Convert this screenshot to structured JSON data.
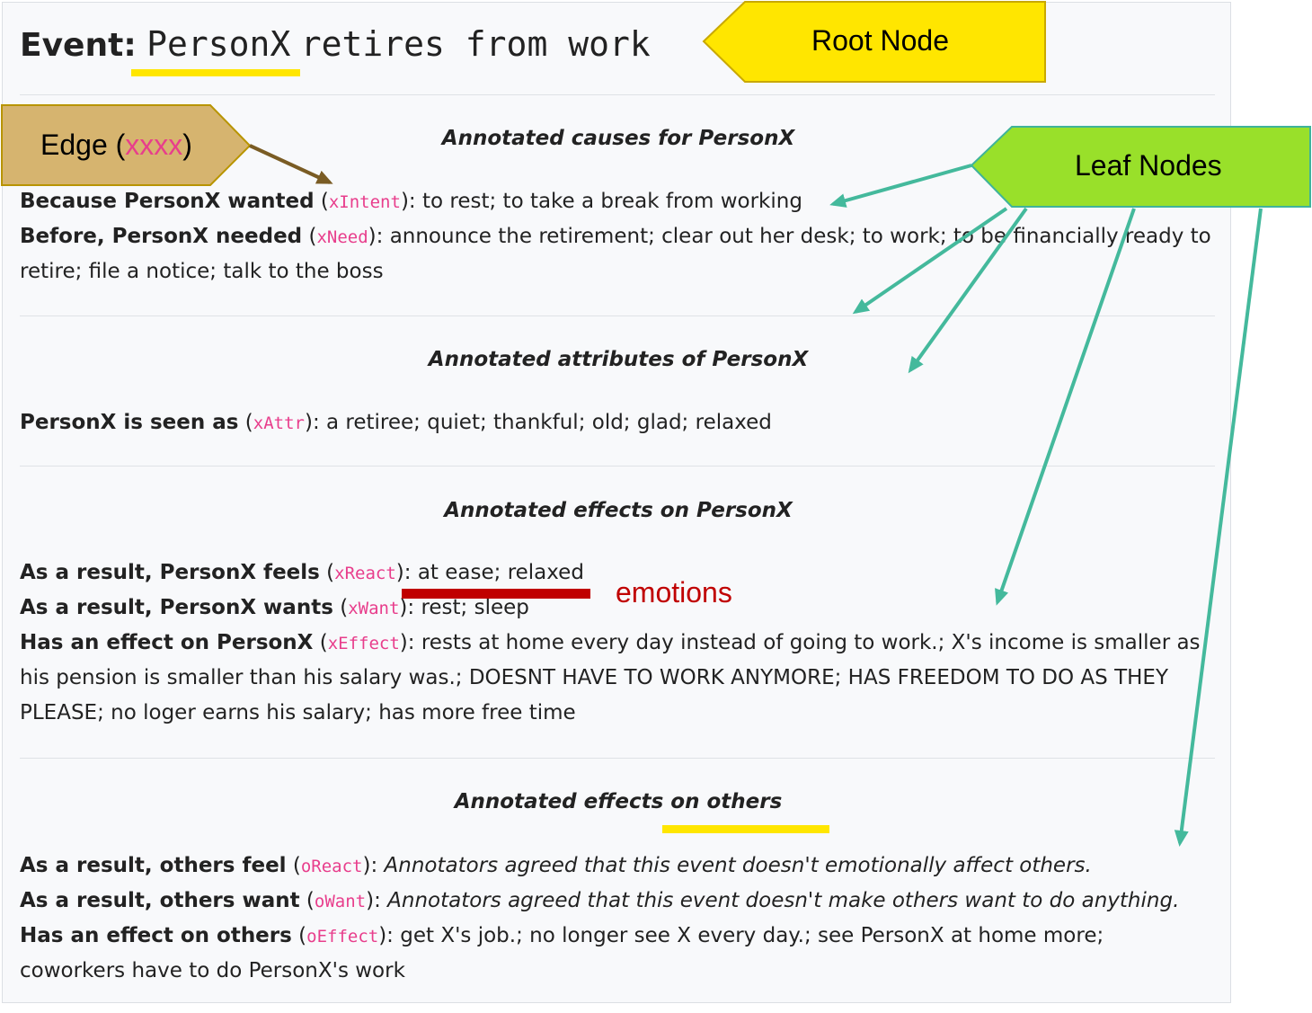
{
  "event": {
    "label": "Event:",
    "subject": "PersonX",
    "rest": "retires from work"
  },
  "sections": {
    "causes": {
      "heading": "Annotated causes for PersonX",
      "rows": {
        "xIntent": {
          "lead": "Because PersonX wanted",
          "code": "xIntent",
          "value": "to rest; to take a break from working"
        },
        "xNeed": {
          "lead": "Before, PersonX needed",
          "code": "xNeed",
          "value_line1": "announce the retirement; clear out her desk; to work; to be financially ready to",
          "value_line2": "retire; file a notice; talk to the boss"
        }
      }
    },
    "attributes": {
      "heading": "Annotated attributes of PersonX",
      "rows": {
        "xAttr": {
          "lead": "PersonX is seen as",
          "code": "xAttr",
          "value": "a retiree; quiet; thankful; old; glad; relaxed"
        }
      }
    },
    "effects_x": {
      "heading": "Annotated effects on PersonX",
      "rows": {
        "xReact": {
          "lead": "As a result, PersonX feels",
          "code": "xReact",
          "value": "at ease; relaxed"
        },
        "xWant": {
          "lead": "As a result, PersonX wants",
          "code": "xWant",
          "value": "rest; sleep"
        },
        "xEffect": {
          "lead": "Has an effect on PersonX",
          "code": "xEffect",
          "value_line1": "rests at home every day instead of going to work.; X's income is smaller as",
          "value_line2": "his pension is smaller than his salary was.; DOESNT HAVE TO WORK ANYMORE; HAS FREEDOM TO DO AS THEY",
          "value_line3": "PLEASE; no loger earns his salary; has more free time"
        }
      }
    },
    "effects_others": {
      "heading": "Annotated effects on others",
      "rows": {
        "oReact": {
          "lead": "As a result, others feel",
          "code": "oReact",
          "value": "Annotators agreed that this event doesn't emotionally affect others."
        },
        "oWant": {
          "lead": "As a result, others want",
          "code": "oWant",
          "value": "Annotators agreed that this event doesn't make others want to do anything."
        },
        "oEffect": {
          "lead": "Has an effect on others",
          "code": "oEffect",
          "value_line1": "get X's job.; no longer see X every day.; see PersonX at home more;",
          "value_line2": "coworkers have to do PersonX's work"
        }
      }
    }
  },
  "annotations": {
    "root_node": "Root Node",
    "edge_label": "Edge (",
    "edge_code": "xxxx",
    "edge_close": ")",
    "leaf_nodes": "Leaf Nodes",
    "emotions": "emotions"
  },
  "colors": {
    "root_callout_fill": "#ffe600",
    "root_callout_stroke": "#c9a800",
    "edge_callout_fill": "#d6b46f",
    "edge_callout_stroke": "#b89400",
    "edge_arrow": "#7a5c24",
    "leaf_callout_fill": "#99e02a",
    "leaf_callout_stroke": "#3fb39a",
    "leaf_arrow": "#44b99c",
    "emotions_text": "#c00000",
    "emotions_bar": "#c00000",
    "highlight_underline": "#ffe600",
    "relation_code": "#e83e8c"
  }
}
